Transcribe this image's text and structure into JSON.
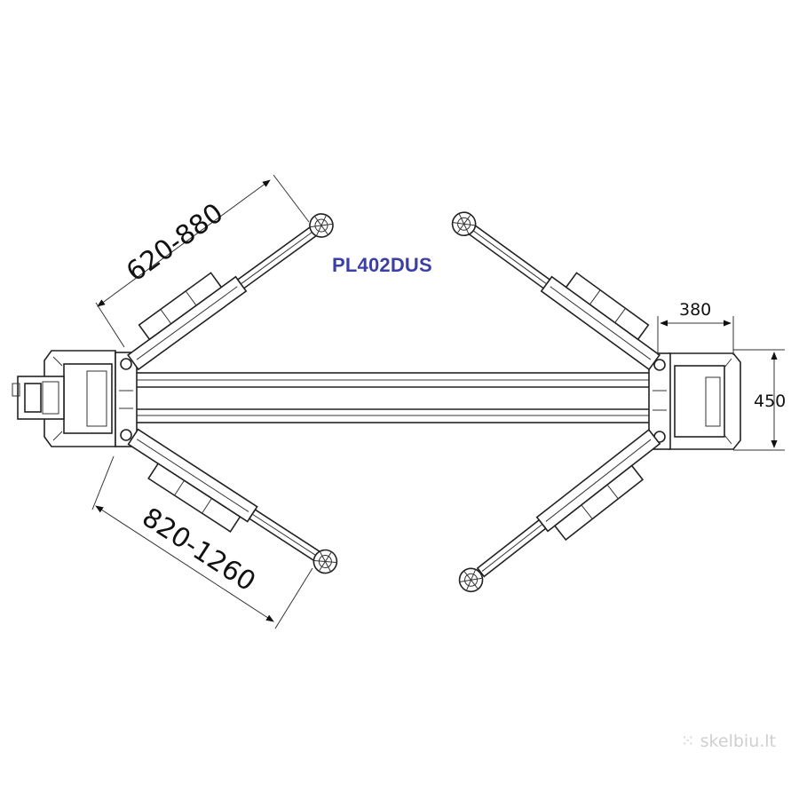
{
  "model": {
    "name": "PL402DUS",
    "color": "#3c3fa6"
  },
  "dimensions": {
    "short_arm": "620-880",
    "long_arm": "820-1260",
    "post_width": "380",
    "post_depth": "450"
  },
  "watermark": {
    "icon": "dots-grid-icon",
    "text": "skelbiu.lt"
  }
}
